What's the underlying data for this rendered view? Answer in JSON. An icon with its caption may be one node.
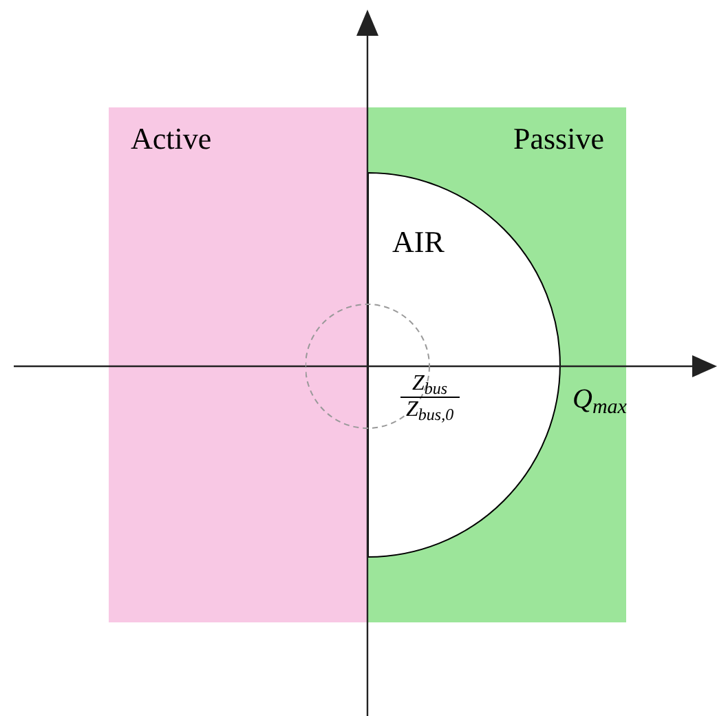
{
  "diagram": {
    "nodes": [
      {
        "text": [
          "Active"
        ]
      },
      {
        "text": [
          "Passive"
        ]
      },
      {
        "text": [
          "AIR"
        ],
        "in": 1
      },
      {
        "text": [],
        "shape": "circle"
      }
    ],
    "labels": [
      "Z$_{bus}$",
      "Z$_{bus,0}$",
      "Q$_{max}$"
    ]
  }
}
